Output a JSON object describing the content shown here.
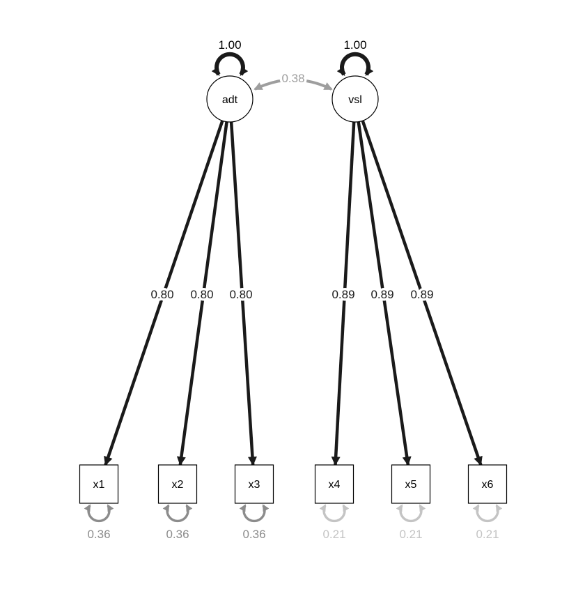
{
  "diagram": {
    "type": "sem-path-diagram",
    "latents": [
      {
        "id": "adt",
        "label": "adt",
        "variance_label": "1.00"
      },
      {
        "id": "vsl",
        "label": "vsl",
        "variance_label": "1.00"
      }
    ],
    "manifests": [
      {
        "id": "x1",
        "label": "x1",
        "residual_label": "0.36"
      },
      {
        "id": "x2",
        "label": "x2",
        "residual_label": "0.36"
      },
      {
        "id": "x3",
        "label": "x3",
        "residual_label": "0.36"
      },
      {
        "id": "x4",
        "label": "x4",
        "residual_label": "0.21"
      },
      {
        "id": "x5",
        "label": "x5",
        "residual_label": "0.21"
      },
      {
        "id": "x6",
        "label": "x6",
        "residual_label": "0.21"
      }
    ],
    "covariance": {
      "from": "adt",
      "to": "vsl",
      "label": "0.38"
    },
    "loadings": [
      {
        "from": "adt",
        "to": "x1",
        "label": "0.80"
      },
      {
        "from": "adt",
        "to": "x2",
        "label": "0.80"
      },
      {
        "from": "adt",
        "to": "x3",
        "label": "0.80"
      },
      {
        "from": "vsl",
        "to": "x4",
        "label": "0.89"
      },
      {
        "from": "vsl",
        "to": "x5",
        "label": "0.89"
      },
      {
        "from": "vsl",
        "to": "x6",
        "label": "0.89"
      }
    ],
    "colors": {
      "edge_black": "#1a1a1a",
      "covariance_gray": "#9e9e9e",
      "residual_gray": "#8c8c8c",
      "residual_light_gray": "#c4c4c4",
      "background": "#ffffff"
    }
  }
}
